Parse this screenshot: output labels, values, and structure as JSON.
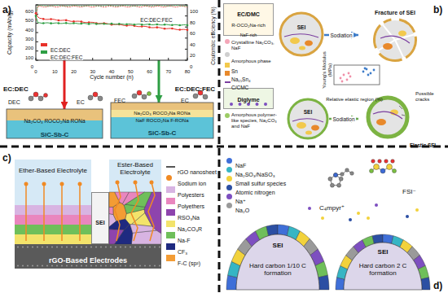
{
  "diagram": {
    "nodes": [
      {
        "text": [
          "a)"
        ]
      },
      {
        "text": [
          "EC:DEC:FEC"
        ],
        "in": 0
      },
      {
        "text": [
          "Na₂CO₃ ROCO₂Na RONa",
          "SiC-Sb-C"
        ],
        "in": 0
      },
      {
        "text": [
          "Na₂CO₃ ROCO₂Na RONa",
          "NaF ROCO₂Na F-RONa",
          "SiC-Sb-C"
        ],
        "in": 0
      },
      {
        "text": [
          "b)"
        ]
      },
      {
        "text": [
          "EC/DMC",
          "R-OCO₂Na-rich",
          "NaF-rich"
        ],
        "in": 4
      },
      {
        "text": [
          "SEI"
        ],
        "in": 4
      },
      {
        "text": [
          "Fracture of SEI"
        ],
        "in": 4
      },
      {
        "text": [
          "Diglyme"
        ],
        "in": 4
      },
      {
        "text": [
          "SEI"
        ],
        "in": 4
      },
      {
        "text": [
          "Possible cracks",
          "Elastic SEI"
        ],
        "in": 4
      },
      {
        "text": [
          "c)"
        ]
      },
      {
        "text": [
          "Ether-Based Electrolyte"
        ],
        "in": 11
      },
      {
        "text": [
          "SEI"
        ],
        "in": 11
      },
      {
        "text": [
          "Ester-Based Electrolyte"
        ],
        "in": 11
      },
      {
        "text": [
          "rGO-Based Electrodes"
        ],
        "in": 11
      },
      {
        "text": [
          "d)"
        ]
      },
      {
        "text": [
          "SEI",
          "Hard carbon 1/10 C formation"
        ],
        "in": 16
      },
      {
        "text": [
          "SEI",
          "Hard carbon 2 C formation"
        ],
        "in": 16
      }
    ],
    "edges": [
      {
        "from": 1,
        "to": 2,
        "arrow": "to"
      },
      {
        "from": 1,
        "to": 3,
        "arrow": "to"
      },
      {
        "from": 6,
        "to": 7,
        "label": "Sodiation",
        "arrow": "to"
      },
      {
        "from": 9,
        "to": 10,
        "label": "Sodiation",
        "arrow": "to"
      }
    ],
    "labels": [
      "Capacity (mAh/g)",
      "Coulombic efficiency (%)",
      "Cycle number (n)",
      "0",
      "100",
      "200",
      "300",
      "400",
      "500",
      "600",
      "0",
      "20",
      "40",
      "60",
      "80",
      "100",
      "0",
      "10",
      "20",
      "30",
      "40",
      "50",
      "60",
      "70",
      "80",
      "EC:DEC",
      "EC:DEC:FEC",
      "DEC",
      "EC",
      "FEC",
      "EC",
      "Young's Modulus (MPa)",
      "Relative elastic region (%)",
      "FSI⁻",
      "C₄mpyr⁺"
    ],
    "legend": [
      {
        "text": "EC:DEC",
        "color": "#e8312a"
      },
      {
        "text": "EC:DEC:FEC",
        "color": "#2e9e44"
      },
      {
        "text": "Crystalline Na₂CO₃, NaF",
        "color": "#f4a6b8"
      },
      {
        "text": "Amorphous phase",
        "color": "#cfcfcf"
      },
      {
        "text": "Sn",
        "color": "#f2c94c"
      },
      {
        "text": "Na₁₅Sn₄",
        "color": "#e8892b"
      },
      {
        "text": "C/CMC"
      },
      {
        "text": "Amorphous polymer-like species, Na₂CO₃ and NaF",
        "color": "#9ccc65"
      },
      {
        "text": "rGO nanosheet"
      },
      {
        "text": "Sodium ion"
      },
      {
        "text": "Polyesters",
        "color": "#d8b4e2"
      },
      {
        "text": "Polyethers",
        "color": "#e986be"
      },
      {
        "text": "RSO₃Na",
        "color": "#8e44ad"
      },
      {
        "text": "Na₂CO₃R",
        "color": "#f3e36b"
      },
      {
        "text": "Na-F",
        "color": "#6fbf5a"
      },
      {
        "text": "CF₃",
        "color": "#1f2a80"
      },
      {
        "text": "F-C (sp²)",
        "color": "#f39c34"
      },
      {
        "text": "NaF",
        "color": "#3f6fd8"
      },
      {
        "text": "Na₂SO₃/NaSO₃",
        "color": "#36b5c4"
      },
      {
        "text": "Small sulfur species",
        "color": "#f2d23c"
      },
      {
        "text": "Atomic nitrogen",
        "color": "#2c4fa3"
      },
      {
        "text": "Na⁺",
        "color": "#7d4fc0"
      },
      {
        "text": "Na₂O",
        "color": "#9a9a9a"
      }
    ]
  }
}
